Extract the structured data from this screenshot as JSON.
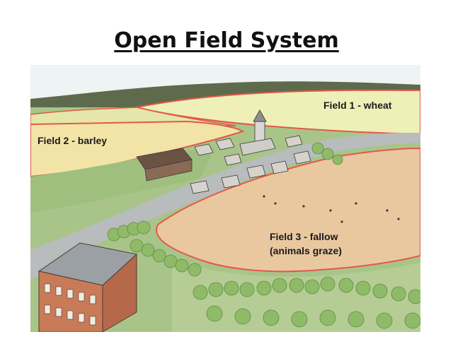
{
  "slide": {
    "title": "Open Field System"
  },
  "fields": {
    "field1": "Field 1 - wheat",
    "field2": "Field 2 - barley",
    "field3_line1": "Field 3 - fallow",
    "field3_line2": "(animals graze)"
  },
  "colors": {
    "sky": "#eef3f4",
    "hill_far": "#5e6a4c",
    "wheat": "#eef0b8",
    "barley": "#f2e4a6",
    "fallow": "#e9c8a0",
    "boundary": "#e2584a",
    "road": "#b8bcbd",
    "grass": "#a9c489",
    "tree": "#8fbb68",
    "manor_wall": "#c97a57",
    "roof": "#9aa0a3"
  }
}
